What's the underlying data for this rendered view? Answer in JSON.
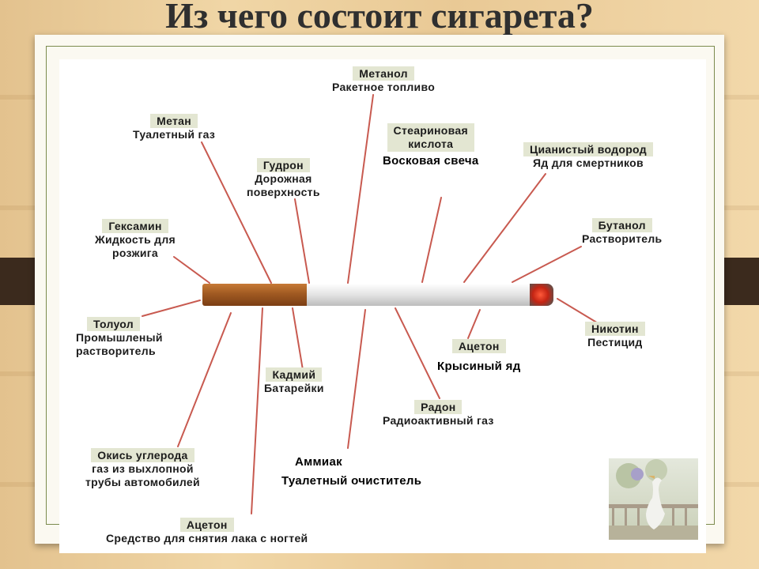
{
  "title": "Из чего состоит сигарета?",
  "components": [
    {
      "id": "methanol",
      "name": "Метанол",
      "desc": [
        "Ракетное топливо"
      ]
    },
    {
      "id": "methane",
      "name": "Метан",
      "desc": [
        "Туалетный газ"
      ]
    },
    {
      "id": "stearic",
      "name": "Стеариновая кислота",
      "name_lines": [
        "Стеариновая",
        "кислота"
      ],
      "desc": [
        "Восковая свеча"
      ]
    },
    {
      "id": "hcn",
      "name": "Цианистый водород",
      "desc": [
        "Яд для смертников"
      ]
    },
    {
      "id": "tar",
      "name": "Гудрон",
      "desc": [
        "Дорожная",
        "поверхность"
      ]
    },
    {
      "id": "hexamine",
      "name": "Гексамин",
      "desc": [
        "Жидкость для",
        "розжига"
      ]
    },
    {
      "id": "butanol",
      "name": "Бутанол",
      "desc": [
        "Растворитель"
      ]
    },
    {
      "id": "toluene",
      "name": "Толуол",
      "desc": [
        "Промышленый",
        "растворитель"
      ]
    },
    {
      "id": "nicotine",
      "name": "Никотин",
      "desc": [
        "Пестицид"
      ]
    },
    {
      "id": "acetone1",
      "name": "Ацетон",
      "desc": [
        "Крысиный яд"
      ]
    },
    {
      "id": "cadmium",
      "name": "Кадмий",
      "desc": [
        "Батарейки"
      ]
    },
    {
      "id": "radon",
      "name": "Радон",
      "desc": [
        "Радиоактивный газ"
      ]
    },
    {
      "id": "co",
      "name": "Окись углерода",
      "desc": [
        "газ из выхлопной",
        "трубы автомобилей"
      ]
    },
    {
      "id": "ammonia",
      "name": "Аммиак",
      "desc": [
        "Туалетный очиститель"
      ]
    },
    {
      "id": "acetone2",
      "name": "Ацетон",
      "desc": [
        "Средство для снятия лака с ногтей"
      ]
    }
  ]
}
